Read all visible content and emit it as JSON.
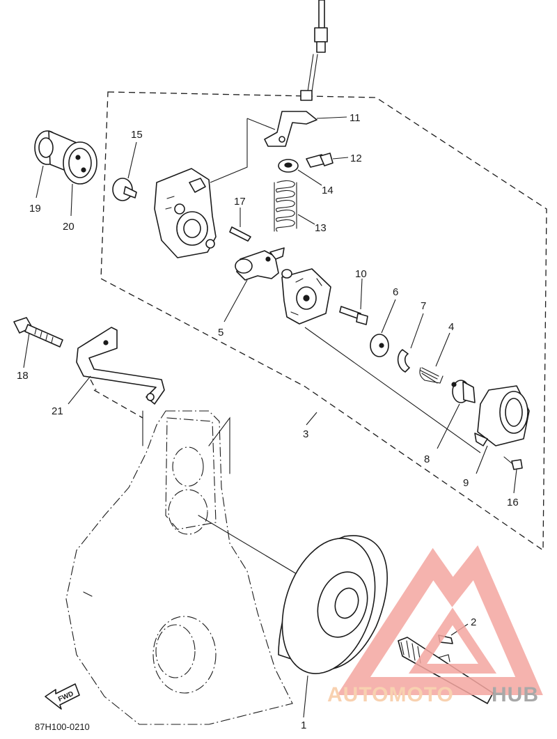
{
  "callouts": [
    "1",
    "2",
    "3",
    "4",
    "5",
    "6",
    "7",
    "8",
    "9",
    "10",
    "11",
    "12",
    "13",
    "14",
    "15",
    "16",
    "17",
    "18",
    "19",
    "20",
    "21"
  ],
  "diagram_code": "87H100-0210",
  "fwd_label": "FWD",
  "watermark": {
    "part1": "AUTOMOTO",
    "part2": "HUB",
    "color_primary": "#f4a6a0",
    "color_secondary": "#f7c9a3",
    "color_hub": "#9a9a9a"
  }
}
